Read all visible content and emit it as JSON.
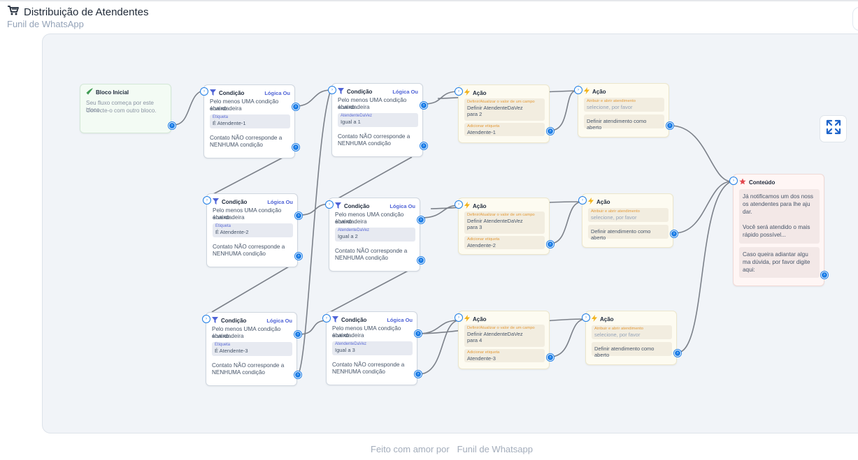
{
  "header": {
    "title": "Distribuição de Atendentes",
    "subtitle": "Funil de WhatsApp"
  },
  "footer": {
    "prefix": "Feito com amor por",
    "brand": "Funil de Whatsapp"
  },
  "colors": {
    "accent": "#1e7ee6",
    "logic": "#4f63d6",
    "action_label": "#e39b3a",
    "start_bg": "#f3fbf4",
    "action_bg": "#fdfbf1",
    "content_bg": "#fff6f5"
  },
  "icons": {
    "title": "shopping-cart-icon",
    "start": "rocket-icon",
    "condition": "filter-icon",
    "action": "lightning-icon",
    "content": "star-icon",
    "expand": "expand-icon",
    "handle": "chevron-right-icon"
  },
  "start_node": {
    "title": "Bloco Inicial",
    "line1": "Seu fluxo começa por este bloco.",
    "line2": "Conecte-o com outro bloco."
  },
  "conditions": [
    {
      "title": "Condição",
      "logic": "Lógica Ou",
      "line1": "Pelo menos UMA condição abaixo",
      "line2": "é verdadeira",
      "chip_key": "Etiqueta",
      "chip_value": "É Atendente-1",
      "else1": "Contato NÃO corresponde a",
      "else2": "NENHUMA condição"
    },
    {
      "title": "Condição",
      "logic": "Lógica Ou",
      "line1": "Pelo menos UMA condição abaixo",
      "line2": "é verdadeira",
      "chip_key": "AtendenteDaVez",
      "chip_value": "Igual a 1",
      "else1": "Contato NÃO corresponde a",
      "else2": "NENHUMA condição"
    },
    {
      "title": "Condição",
      "logic": "Lógica Ou",
      "line1": "Pelo menos UMA condição abaixo",
      "line2": "é verdadeira",
      "chip_key": "Etiqueta",
      "chip_value": "É Atendente-2",
      "else1": "Contato NÃO corresponde a",
      "else2": "NENHUMA condição"
    },
    {
      "title": "Condição",
      "logic": "Lógica Ou",
      "line1": "Pelo menos UMA condição abaixo",
      "line2": "é verdadeira",
      "chip_key": "AtendenteDaVez",
      "chip_value": "Igual a 2",
      "else1": "Contato NÃO corresponde a",
      "else2": "NENHUMA condição"
    },
    {
      "title": "Condição",
      "logic": "Lógica Ou",
      "line1": "Pelo menos UMA condição abaixo",
      "line2": "é verdadeira",
      "chip_key": "Etiqueta",
      "chip_value": "É Atendente-3",
      "else1": "Contato NÃO corresponde a",
      "else2": "NENHUMA condição"
    },
    {
      "title": "Condição",
      "logic": "Lógica Ou",
      "line1": "Pelo menos UMA condição abaixo",
      "line2": "é verdadeira",
      "chip_key": "AtendenteDaVez",
      "chip_value": "Igual a 3",
      "else1": "Contato NÃO corresponde a",
      "else2": "NENHUMA condição"
    }
  ],
  "actions_var": [
    {
      "title": "Ação",
      "set_key": "Definir/Atualizar o valor de um campo",
      "set_line1": "Definir AtendenteDaVez",
      "set_line2": "para 2",
      "tag_key": "Adicionar etiqueta",
      "tag_value": "Atendente-1"
    },
    {
      "title": "Ação",
      "set_key": "Definir/Atualizar o valor de um campo",
      "set_line1": "Definir AtendenteDaVez",
      "set_line2": "para 3",
      "tag_key": "Adicionar etiqueta",
      "tag_value": "Atendente-2"
    },
    {
      "title": "Ação",
      "set_key": "Definir/Atualizar o valor de um campo",
      "set_line1": "Definir AtendenteDaVez",
      "set_line2": "para 4",
      "tag_key": "Adicionar etiqueta",
      "tag_value": "Atendente-3"
    }
  ],
  "actions_assign": [
    {
      "title": "Ação",
      "assign_key": "Atribuir e abrir atendimento",
      "assign_value": "selecione, por favor",
      "open_text": "Definir atendimento como aberto"
    },
    {
      "title": "Ação",
      "assign_key": "Atribuir e abrir atendimento",
      "assign_value": "selecione, por favor",
      "open_text": "Definir atendimento como aberto"
    },
    {
      "title": "Ação",
      "assign_key": "Atribuir e abrir atendimento",
      "assign_value": "selecione, por favor",
      "open_text": "Definir atendimento como aberto"
    }
  ],
  "content_node": {
    "title": "Conteúdo",
    "msg1_l1": "Já notificamos um dos noss",
    "msg1_l2": "os atendentes para lhe aju",
    "msg1_l3": "dar.",
    "msg1_l4": "Você será atendido o mais",
    "msg1_l5": "rápido possível...",
    "msg2_l1": "Caso queira adiantar algu",
    "msg2_l2": "ma dúvida, por favor digite",
    "msg2_l3": "aqui:"
  }
}
